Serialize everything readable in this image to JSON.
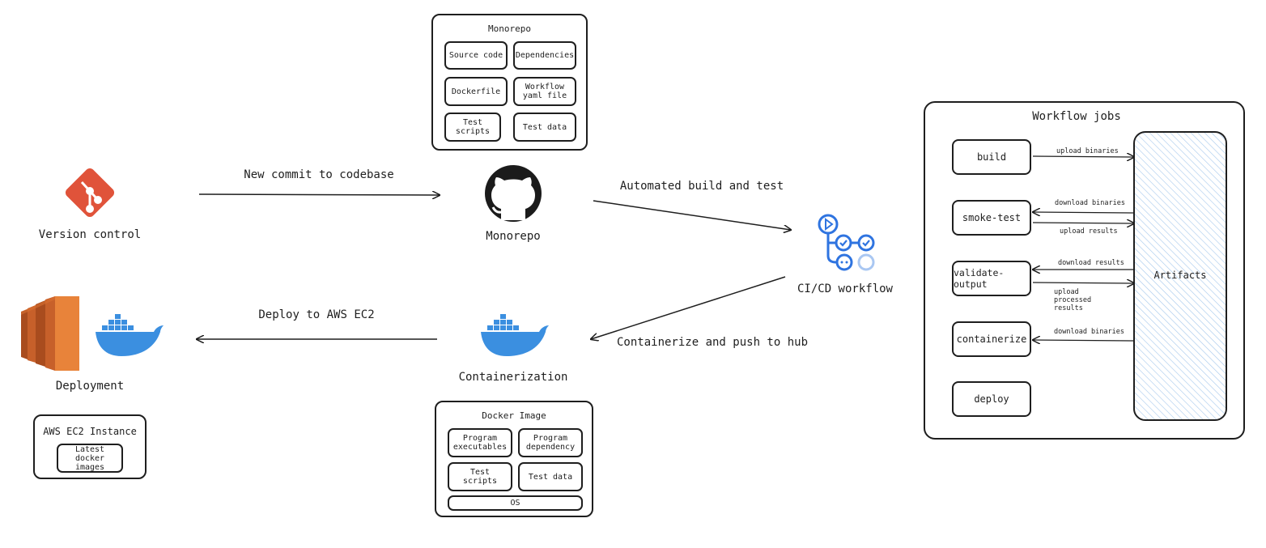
{
  "nodes": {
    "version_control": "Version control",
    "monorepo": "Monorepo",
    "cicd": "CI/CD workflow",
    "containerization": "Containerization",
    "deployment": "Deployment"
  },
  "edges": {
    "commit": "New commit to codebase",
    "build_test": "Automated build and test",
    "containerize_push": "Containerize and push to hub",
    "deploy": "Deploy to AWS EC2"
  },
  "monorepo_box": {
    "title": "Monorepo",
    "items": [
      "Source code",
      "Dependencies",
      "Dockerfile",
      "Workflow yaml file",
      "Test scripts",
      "Test data"
    ]
  },
  "docker_box": {
    "title": "Docker Image",
    "items": [
      "Program executables",
      "Program dependency",
      "Test scripts",
      "Test data"
    ],
    "base": "OS"
  },
  "ec2_box": {
    "title": "AWS EC2 Instance",
    "item": "Latest docker images"
  },
  "workflow": {
    "title": "Workflow jobs",
    "jobs": [
      "build",
      "smoke-test",
      "validate-output",
      "containerize",
      "deploy"
    ],
    "artifacts": "Artifacts",
    "flows": {
      "upload_binaries": "upload binaries",
      "download_binaries_1": "download binaries",
      "upload_results": "upload results",
      "download_results": "download results",
      "upload_processed": "upload processed results",
      "download_binaries_2": "download binaries"
    }
  },
  "colors": {
    "git": "#e0533a",
    "github": "#1b1b1b",
    "docker": "#3b8fe0",
    "aws": "#e8833a",
    "actions": "#2f74e0",
    "artifacts_hatch": "#a5c8ec"
  },
  "icons": [
    "git-icon",
    "github-icon",
    "github-actions-icon",
    "docker-icon",
    "aws-ec2-icon"
  ]
}
